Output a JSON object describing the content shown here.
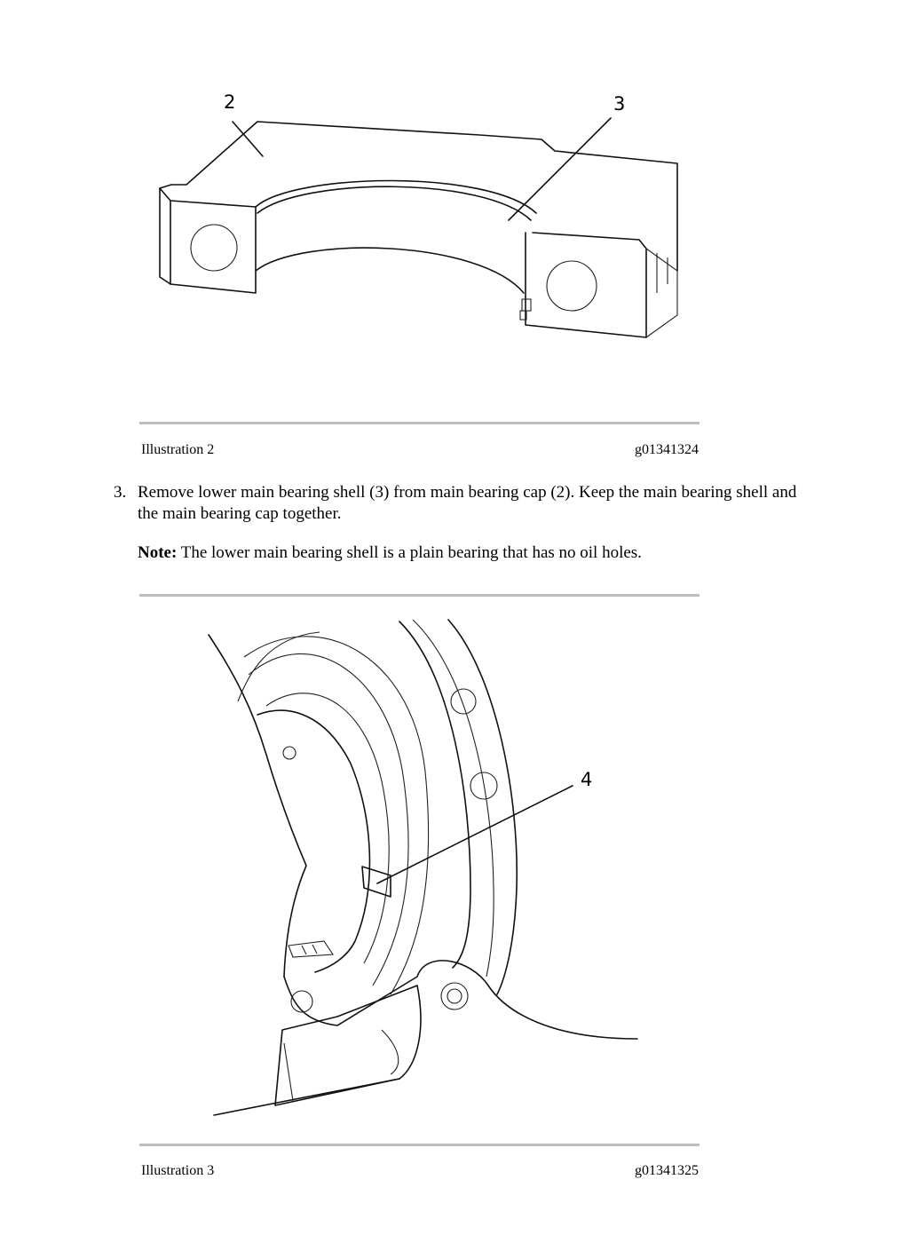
{
  "illustration_2": {
    "callouts": [
      "2",
      "3"
    ],
    "caption_label": "Illustration 2",
    "caption_id": "g01341324"
  },
  "step": {
    "number": "3.",
    "text": "Remove lower main bearing shell (3) from main bearing cap (2). Keep the main bearing shell and the main bearing cap together."
  },
  "note": {
    "label": "Note:",
    "text": "The lower main bearing shell is a plain bearing that has no oil holes."
  },
  "illustration_3": {
    "callouts": [
      "4"
    ],
    "caption_label": "Illustration 3",
    "caption_id": "g01341325"
  }
}
